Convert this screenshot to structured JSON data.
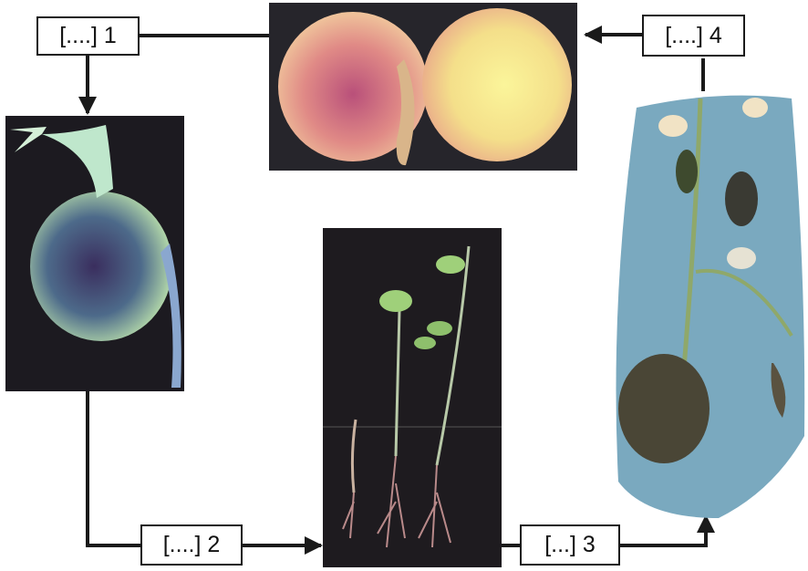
{
  "labels": {
    "stage1": "[....] 1",
    "stage2": "[....] 2",
    "stage3": "[...] 3",
    "stage4": "[....] 4"
  },
  "colors": {
    "line": "#1a1a1a",
    "photo_background": "#1c1a20"
  }
}
